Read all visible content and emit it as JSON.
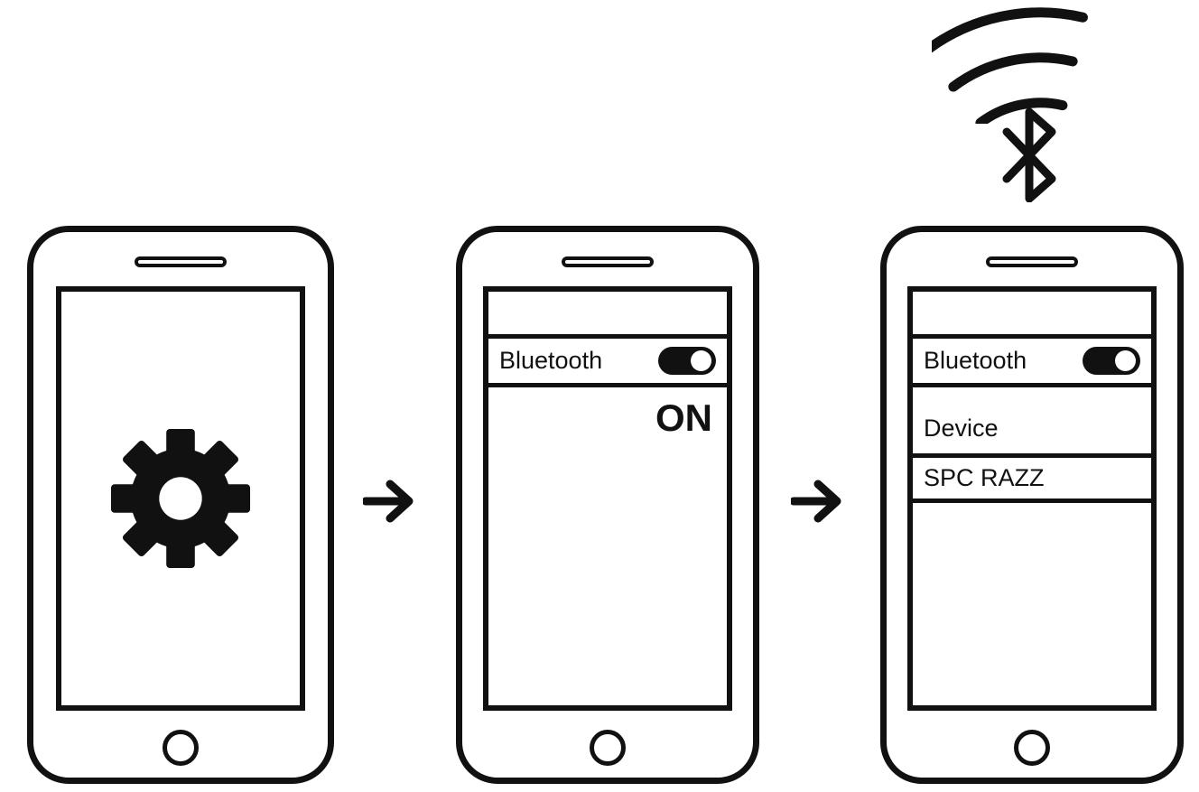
{
  "colors": {
    "ink": "#111111",
    "background": "#ffffff"
  },
  "phones": {
    "phone2": {
      "bluetooth_label": "Bluetooth",
      "toggle_state": "on",
      "status_text": "ON"
    },
    "phone3": {
      "bluetooth_label": "Bluetooth",
      "toggle_state": "on",
      "device_header": "Device",
      "device_name": "SPC RAZZ"
    }
  },
  "icons": {
    "phone1_screen": "gear-icon",
    "step_connector": "right-arrow-icon",
    "signal_waves": "wifi-waves-icon",
    "pairing_symbol": "bluetooth-icon",
    "home": "home-button",
    "earpiece": "speaker-slot"
  }
}
